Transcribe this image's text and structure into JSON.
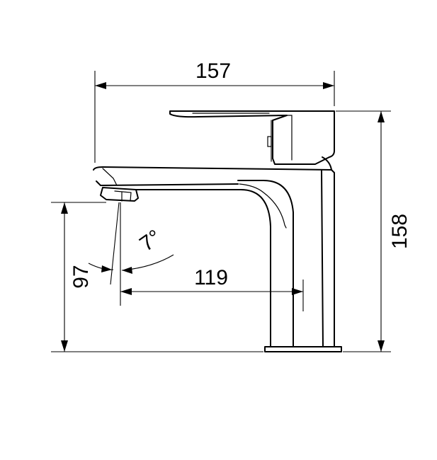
{
  "dimensions": {
    "overall_width": "157",
    "overall_height": "158",
    "spout_height": "97",
    "spout_reach": "119",
    "spout_angle": "7°"
  }
}
